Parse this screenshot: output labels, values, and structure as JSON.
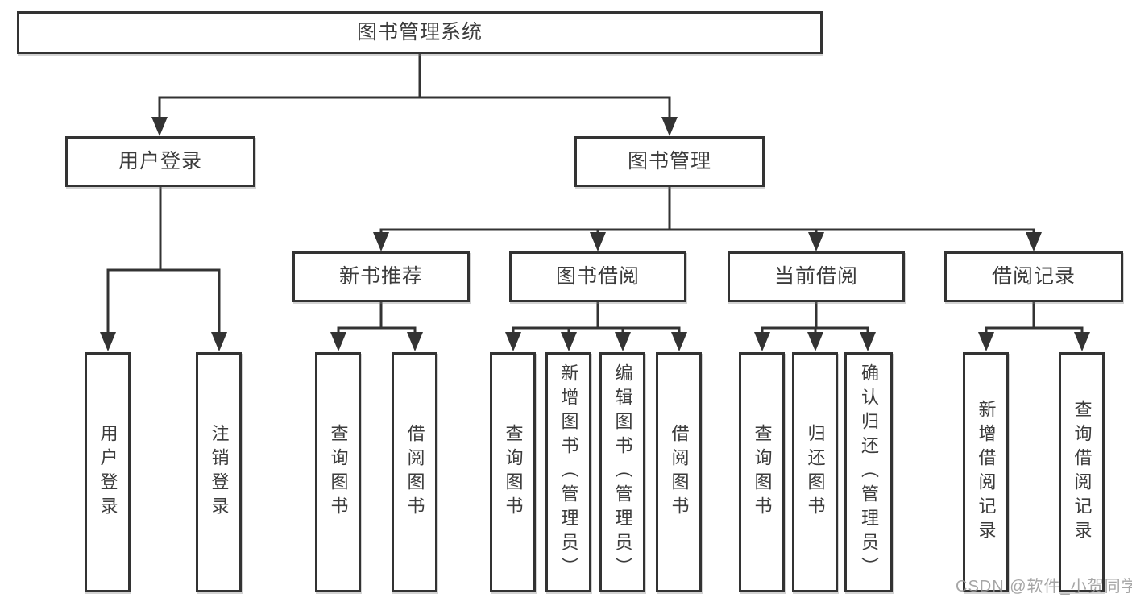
{
  "diagram": {
    "root": {
      "label": "图书管理系统"
    },
    "branches": [
      {
        "label": "用户登录",
        "children": [
          {
            "label": "用户登录"
          },
          {
            "label": "注销登录"
          }
        ]
      },
      {
        "label": "图书管理",
        "children": [
          {
            "label": "新书推荐",
            "children": [
              {
                "label": "查询图书"
              },
              {
                "label": "借阅图书"
              }
            ]
          },
          {
            "label": "图书借阅",
            "children": [
              {
                "label": "查询图书"
              },
              {
                "label": "新增图书（管理员）"
              },
              {
                "label": "编辑图书（管理员）"
              },
              {
                "label": "借阅图书"
              }
            ]
          },
          {
            "label": "当前借阅",
            "children": [
              {
                "label": "查询图书"
              },
              {
                "label": "归还图书"
              },
              {
                "label": "确认归还（管理员）"
              }
            ]
          },
          {
            "label": "借阅记录",
            "children": [
              {
                "label": "新增借阅记录"
              },
              {
                "label": "查询借阅记录"
              }
            ]
          }
        ]
      }
    ]
  },
  "watermark": {
    "text": "CSDN @软件_小贺同学"
  },
  "colors": {
    "line": "#333333",
    "text": "#3c3c3c",
    "watermark": "#969696",
    "background": "#ffffff"
  }
}
